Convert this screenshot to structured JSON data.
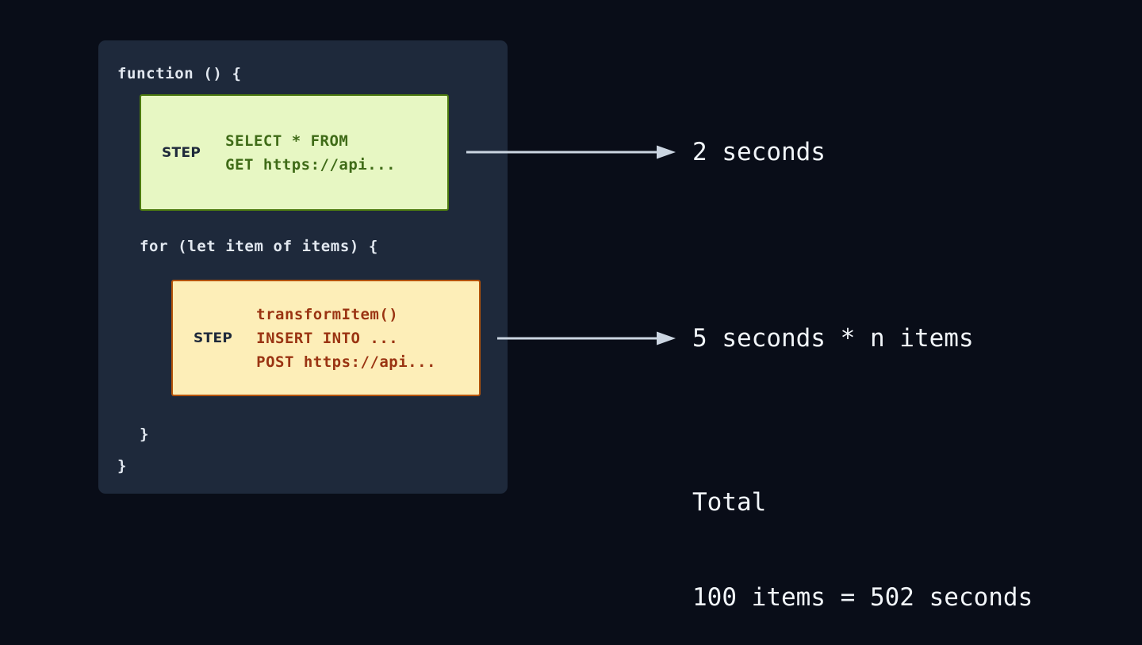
{
  "theme": {
    "page_background": "#090d18",
    "panel_background": "#1e293b",
    "code_text": "#e2e8f0",
    "annotation_text": "#f1f5f9",
    "arrow_color": "#cbd5e1",
    "step1_fill": "#e7f7c3",
    "step1_border": "#4d7c0f",
    "step1_text": "#3f6b17",
    "step2_fill": "#fdeeb8",
    "step2_border": "#b45309",
    "step2_text": "#9a3412",
    "step_label_color": "#1e293b"
  },
  "code_panel": {
    "function_open": "function () {",
    "for_open": "for (let item of items) {",
    "for_close": "}",
    "function_close": "}"
  },
  "steps": [
    {
      "label": "STEP",
      "lines": "SELECT * FROM\nGET https://api...",
      "line_list": [
        "SELECT * FROM",
        "GET https://api..."
      ],
      "annotation": "2 seconds"
    },
    {
      "label": "STEP",
      "lines": "transformItem()\nINSERT INTO ...\nPOST https://api...",
      "line_list": [
        "transformItem()",
        "INSERT INTO ...",
        "POST https://api..."
      ],
      "annotation": "5 seconds * n items"
    }
  ],
  "total": {
    "heading": "Total",
    "equation": "100 items = 502 seconds"
  }
}
